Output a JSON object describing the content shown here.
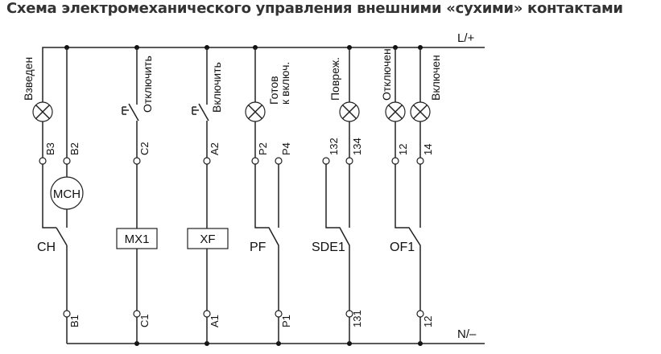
{
  "title": "Схема электромеханического управления внешними «сухими» контактами",
  "rails": {
    "top": "L/+",
    "bottom": "N/–"
  },
  "lamps": {
    "armed": "Взведен",
    "ready_line1": "Готов",
    "ready_line2": "к включ.",
    "fault": "Повреж.",
    "off": "Отключен",
    "on": "Включен"
  },
  "buttons": {
    "open": "Отключить",
    "close": "Включить"
  },
  "components": {
    "motor": "MCH",
    "ch": "CH",
    "mx1": "MX1",
    "xf": "XF",
    "pf": "PF",
    "sde1": "SDE1",
    "of1": "OF1"
  },
  "terminals": {
    "b3": "B3",
    "b2": "B2",
    "c2": "C2",
    "a2": "A2",
    "p2": "P2",
    "p4": "P4",
    "t132": "132",
    "t134": "134",
    "t12": "12",
    "t14": "14",
    "b1": "B1",
    "c1": "C1",
    "a1": "A1",
    "p1": "P1",
    "t131": "131",
    "t12b": "12"
  }
}
